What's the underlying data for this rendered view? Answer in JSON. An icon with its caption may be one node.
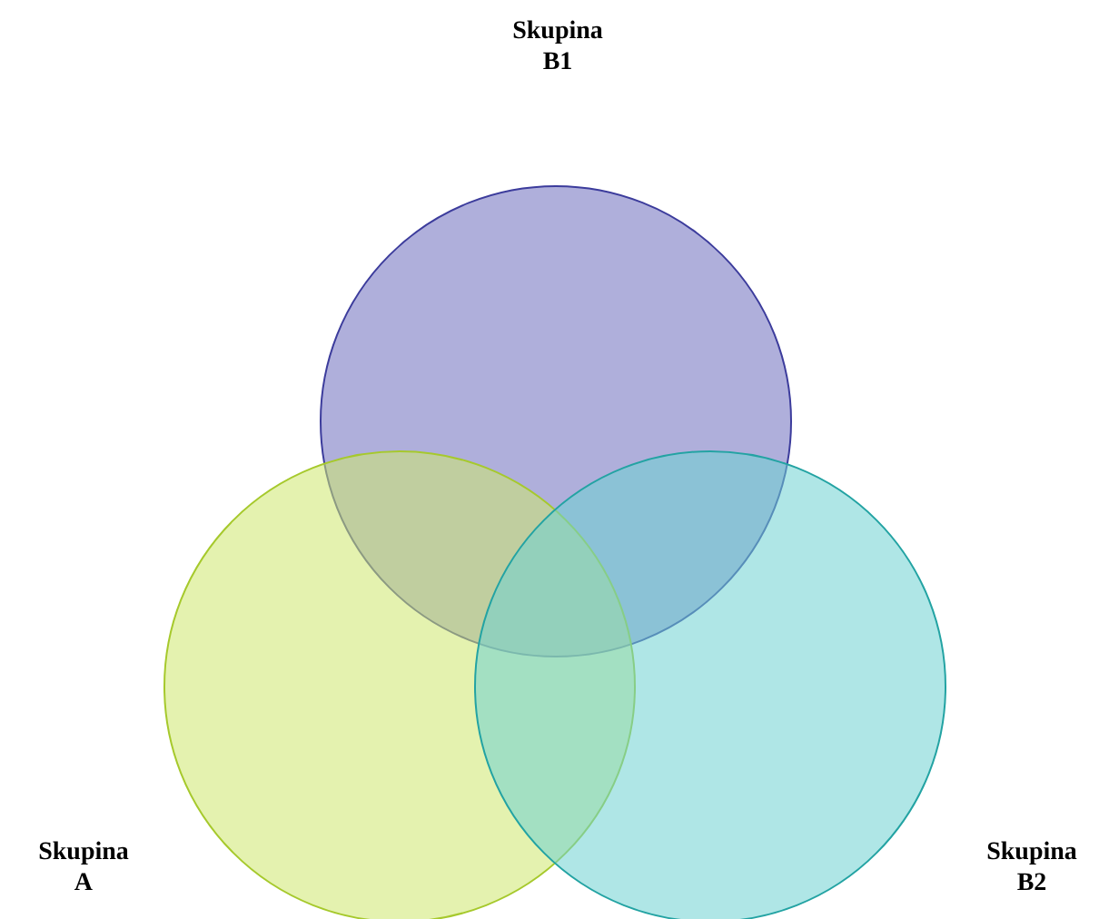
{
  "diagram": {
    "nodes": [
      {
        "text": [
          "Skupina B1"
        ]
      },
      {
        "text": [
          "Skupina A"
        ]
      },
      {
        "text": [
          "Skupina B2"
        ]
      }
    ]
  }
}
